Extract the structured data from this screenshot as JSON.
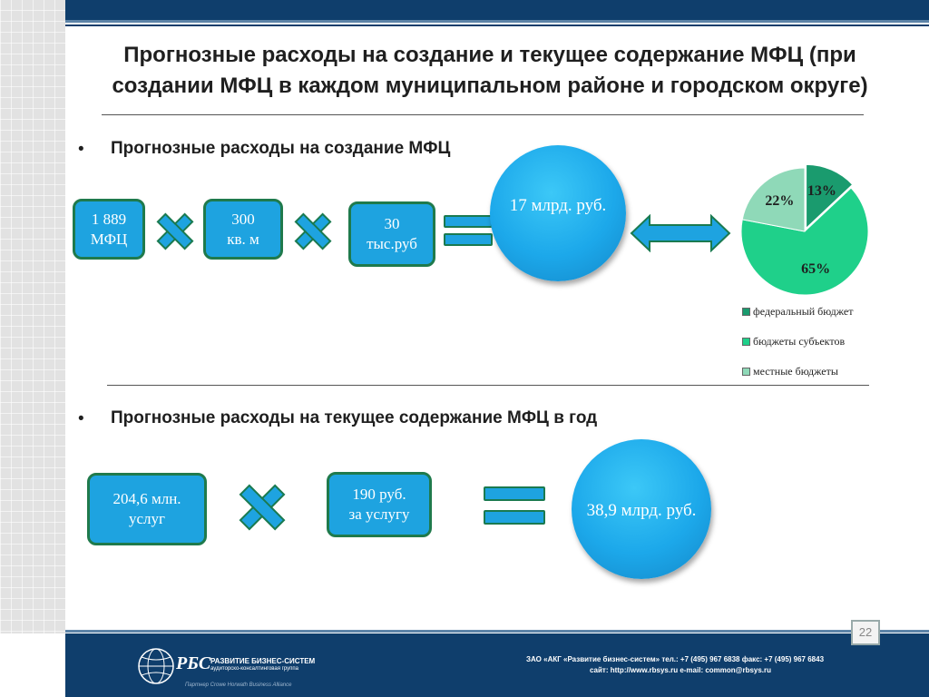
{
  "slide": {
    "title_line1": "Прогнозные расходы на создание и текущее содержание МФЦ (при",
    "title_line2": "создании МФЦ в каждом муниципальном районе и городском округе)",
    "page_number": "22"
  },
  "section1": {
    "bullet": "•",
    "heading": "Прогнозные расходы на создание МФЦ",
    "box1_line1": "1 889",
    "box1_line2": "МФЦ",
    "box2_line1": "300",
    "box2_line2": "кв. м",
    "box3_line1": "30",
    "box3_line2": "тыс.руб",
    "result": "17 млрд. руб."
  },
  "section2": {
    "bullet": "•",
    "heading": "Прогнозные расходы на текущее содержание МФЦ в год",
    "box1_line1": "204,6 млн.",
    "box1_line2": "услуг",
    "box2_line1": "190 руб.",
    "box2_line2": "за услугу",
    "result": "38,9 млрд. руб."
  },
  "chart_data": {
    "type": "pie",
    "slices": [
      {
        "label": "федеральный бюджет",
        "value": 13,
        "display": "13%",
        "color": "#1a9b6e"
      },
      {
        "label": "бюджеты субъектов",
        "value": 65,
        "display": "65%",
        "color": "#1fd08a"
      },
      {
        "label": "местные бюджеты",
        "value": 22,
        "display": "22%",
        "color": "#8fd9b8"
      }
    ],
    "legend_position": "bottom"
  },
  "colors": {
    "box_fill": "#1ea3e0",
    "box_border": "#1f7a4c",
    "operator_fill": "#1ea3e0",
    "operator_border": "#1a7a50",
    "bar_dark": "#0f3e6c"
  },
  "footer": {
    "logo_main": "РБС",
    "logo_name": "РАЗВИТИЕ БИЗНЕС-СИСТЕМ",
    "logo_sub": "аудиторско-консалтинговая группа",
    "logo_partner": "Партнер Crowe Horwath Business Alliance",
    "company_line": "ЗАО «АКГ «Развитие бизнес-систем»  тел.:  +7 (495) 967 6838   факс: +7 (495) 967 6843",
    "site_line": "сайт: http://www.rbsys.ru    e-mail: common@rbsys.ru"
  }
}
